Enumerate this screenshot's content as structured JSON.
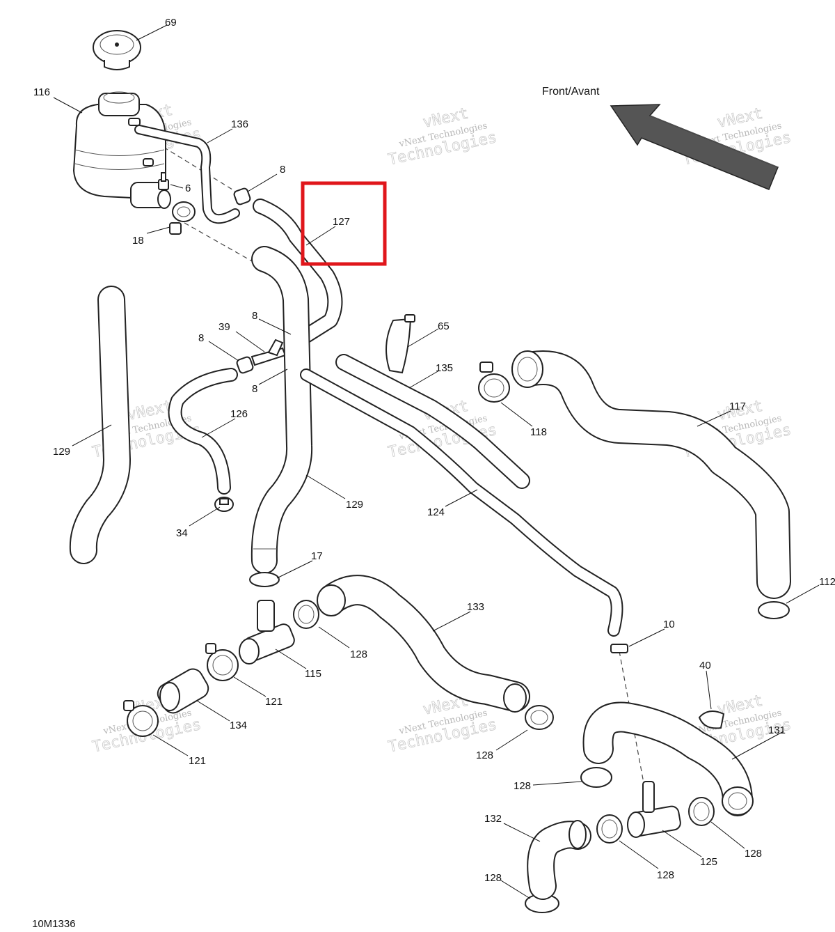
{
  "diagram": {
    "direction_label": "Front/Avant",
    "drawing_id": "10M1336",
    "watermark": {
      "line1": "vNext",
      "line2": "vNext Technologies",
      "line3": "Technologies"
    },
    "highlighted_callout": "127",
    "callouts": [
      "69",
      "116",
      "136",
      "8",
      "6",
      "18",
      "127",
      "8",
      "39",
      "8",
      "8",
      "65",
      "135",
      "118",
      "117",
      "126",
      "129",
      "129",
      "124",
      "34",
      "17",
      "133",
      "112",
      "10",
      "128",
      "115",
      "121",
      "134",
      "121",
      "40",
      "131",
      "128",
      "128",
      "132",
      "128",
      "125",
      "128",
      "128"
    ]
  }
}
